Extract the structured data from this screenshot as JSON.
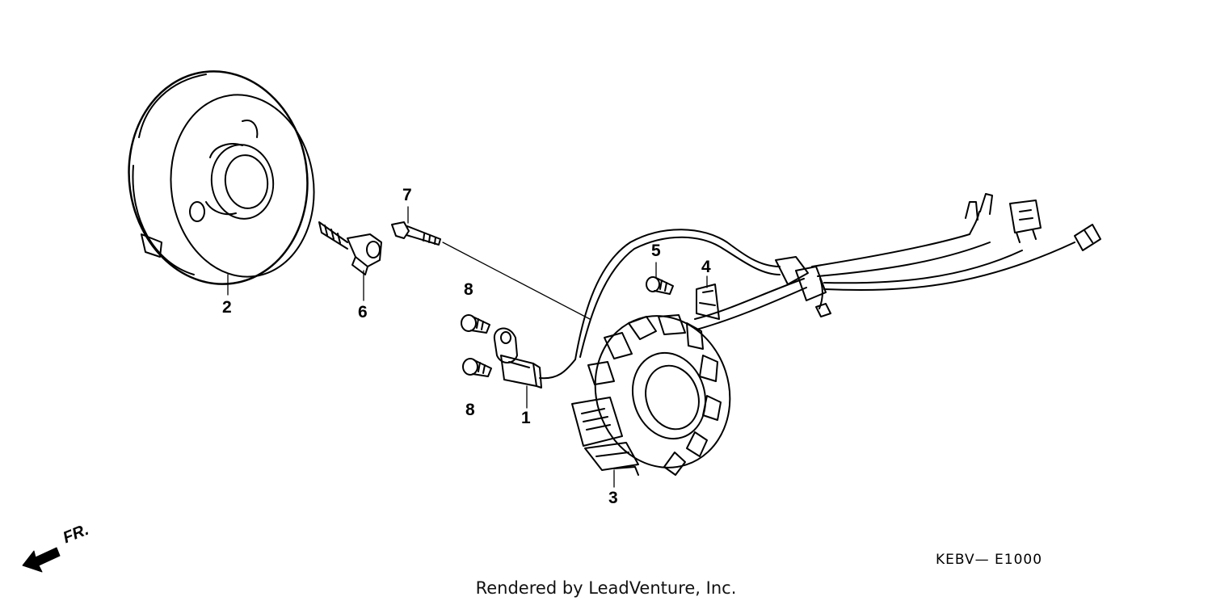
{
  "callouts": {
    "c1": "1",
    "c2": "2",
    "c3": "3",
    "c4": "4",
    "c5": "5",
    "c6": "6",
    "c7": "7",
    "c8a": "8",
    "c8b": "8"
  },
  "direction_label": "FR.",
  "diagram_code": "KEBV— E1000",
  "footer": "Rendered by LeadVenture, Inc.",
  "icons": {
    "front_arrow": "front-direction-arrow-icon"
  }
}
